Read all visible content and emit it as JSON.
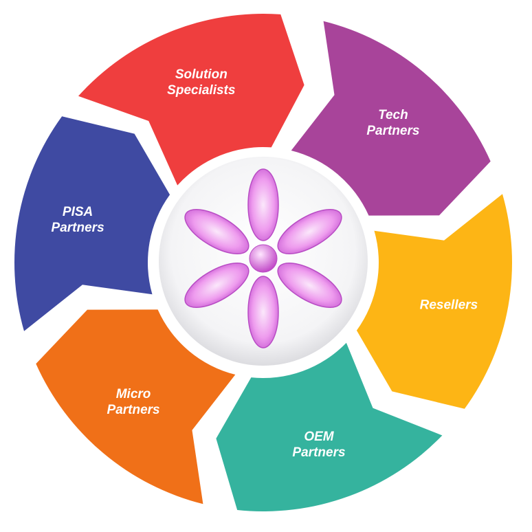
{
  "segments": [
    {
      "id": "solution-specialists",
      "lines": [
        "Solution",
        "Specialists"
      ],
      "color": "#EF3E3E",
      "center_angle_deg": -112
    },
    {
      "id": "tech-partners",
      "lines": [
        "Tech",
        "Partners"
      ],
      "color": "#A8449A",
      "center_angle_deg": -50
    },
    {
      "id": "resellers",
      "lines": [
        "Resellers"
      ],
      "color": "#FDB515",
      "center_angle_deg": 10
    },
    {
      "id": "oem-partners",
      "lines": [
        "OEM",
        "Partners"
      ],
      "color": "#35B39E",
      "center_angle_deg": 70
    },
    {
      "id": "micro-partners",
      "lines": [
        "Micro",
        "Partners"
      ],
      "color": "#F07018",
      "center_angle_deg": 130
    },
    {
      "id": "pisa-partners",
      "lines": [
        "PISA",
        "Partners"
      ],
      "color": "#3F4AA2",
      "center_angle_deg": 190
    }
  ],
  "center_icon": "flower-icon"
}
